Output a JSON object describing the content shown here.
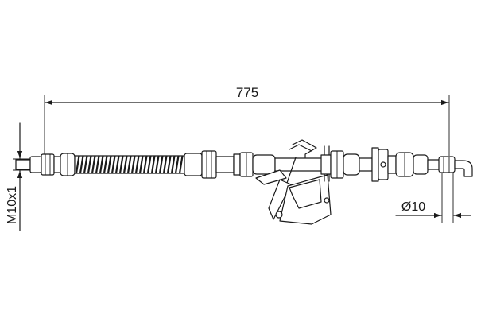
{
  "dimensions": {
    "overall_length": "775",
    "thread": "M10x1",
    "diameter": "Ø10"
  },
  "colors": {
    "line": "#1a1a1a",
    "background": "#ffffff"
  }
}
